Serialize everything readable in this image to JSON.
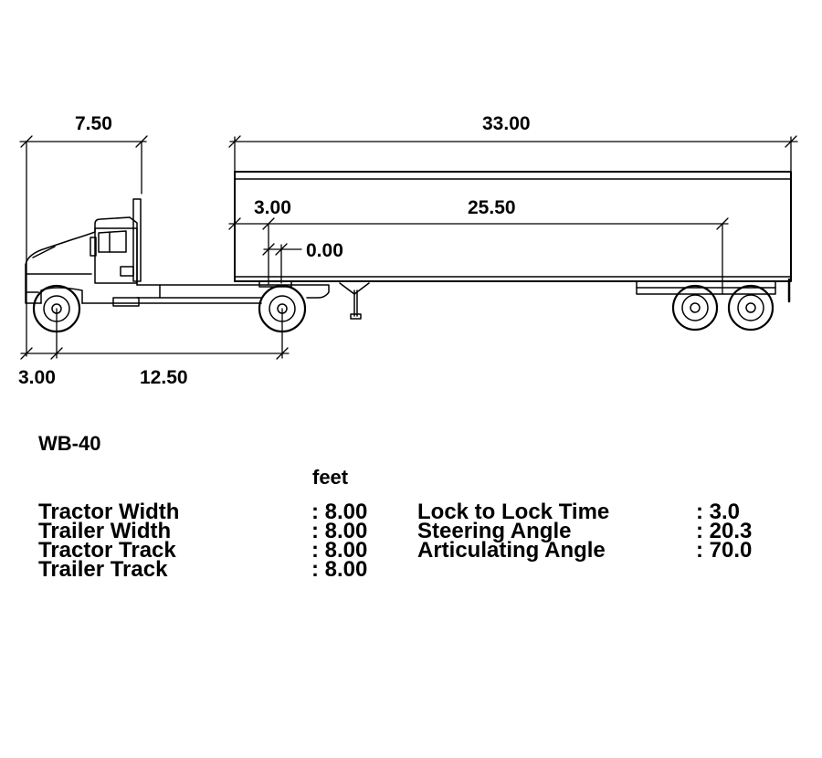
{
  "dimensions": {
    "tractor_overall_length": "7.50",
    "trailer_overall_length": "33.00",
    "trailer_front_overhang": "3.00",
    "trailer_wheelbase": "25.50",
    "hitch_offset": "0.00",
    "tractor_front_overhang": "3.00",
    "tractor_wheelbase": "12.50"
  },
  "model_name": "WB-40",
  "units_label": "feet",
  "specs_left": [
    {
      "label": "Tractor Width",
      "value": ": 8.00"
    },
    {
      "label": "Trailer Width",
      "value": ": 8.00"
    },
    {
      "label": "Tractor Track",
      "value": ": 8.00"
    },
    {
      "label": "Trailer Track",
      "value": ": 8.00"
    }
  ],
  "specs_right": [
    {
      "label": "Lock to Lock Time",
      "value": ": 3.0"
    },
    {
      "label": "Steering Angle",
      "value": ": 20.3"
    },
    {
      "label": "Articulating Angle",
      "value": ": 70.0"
    }
  ]
}
